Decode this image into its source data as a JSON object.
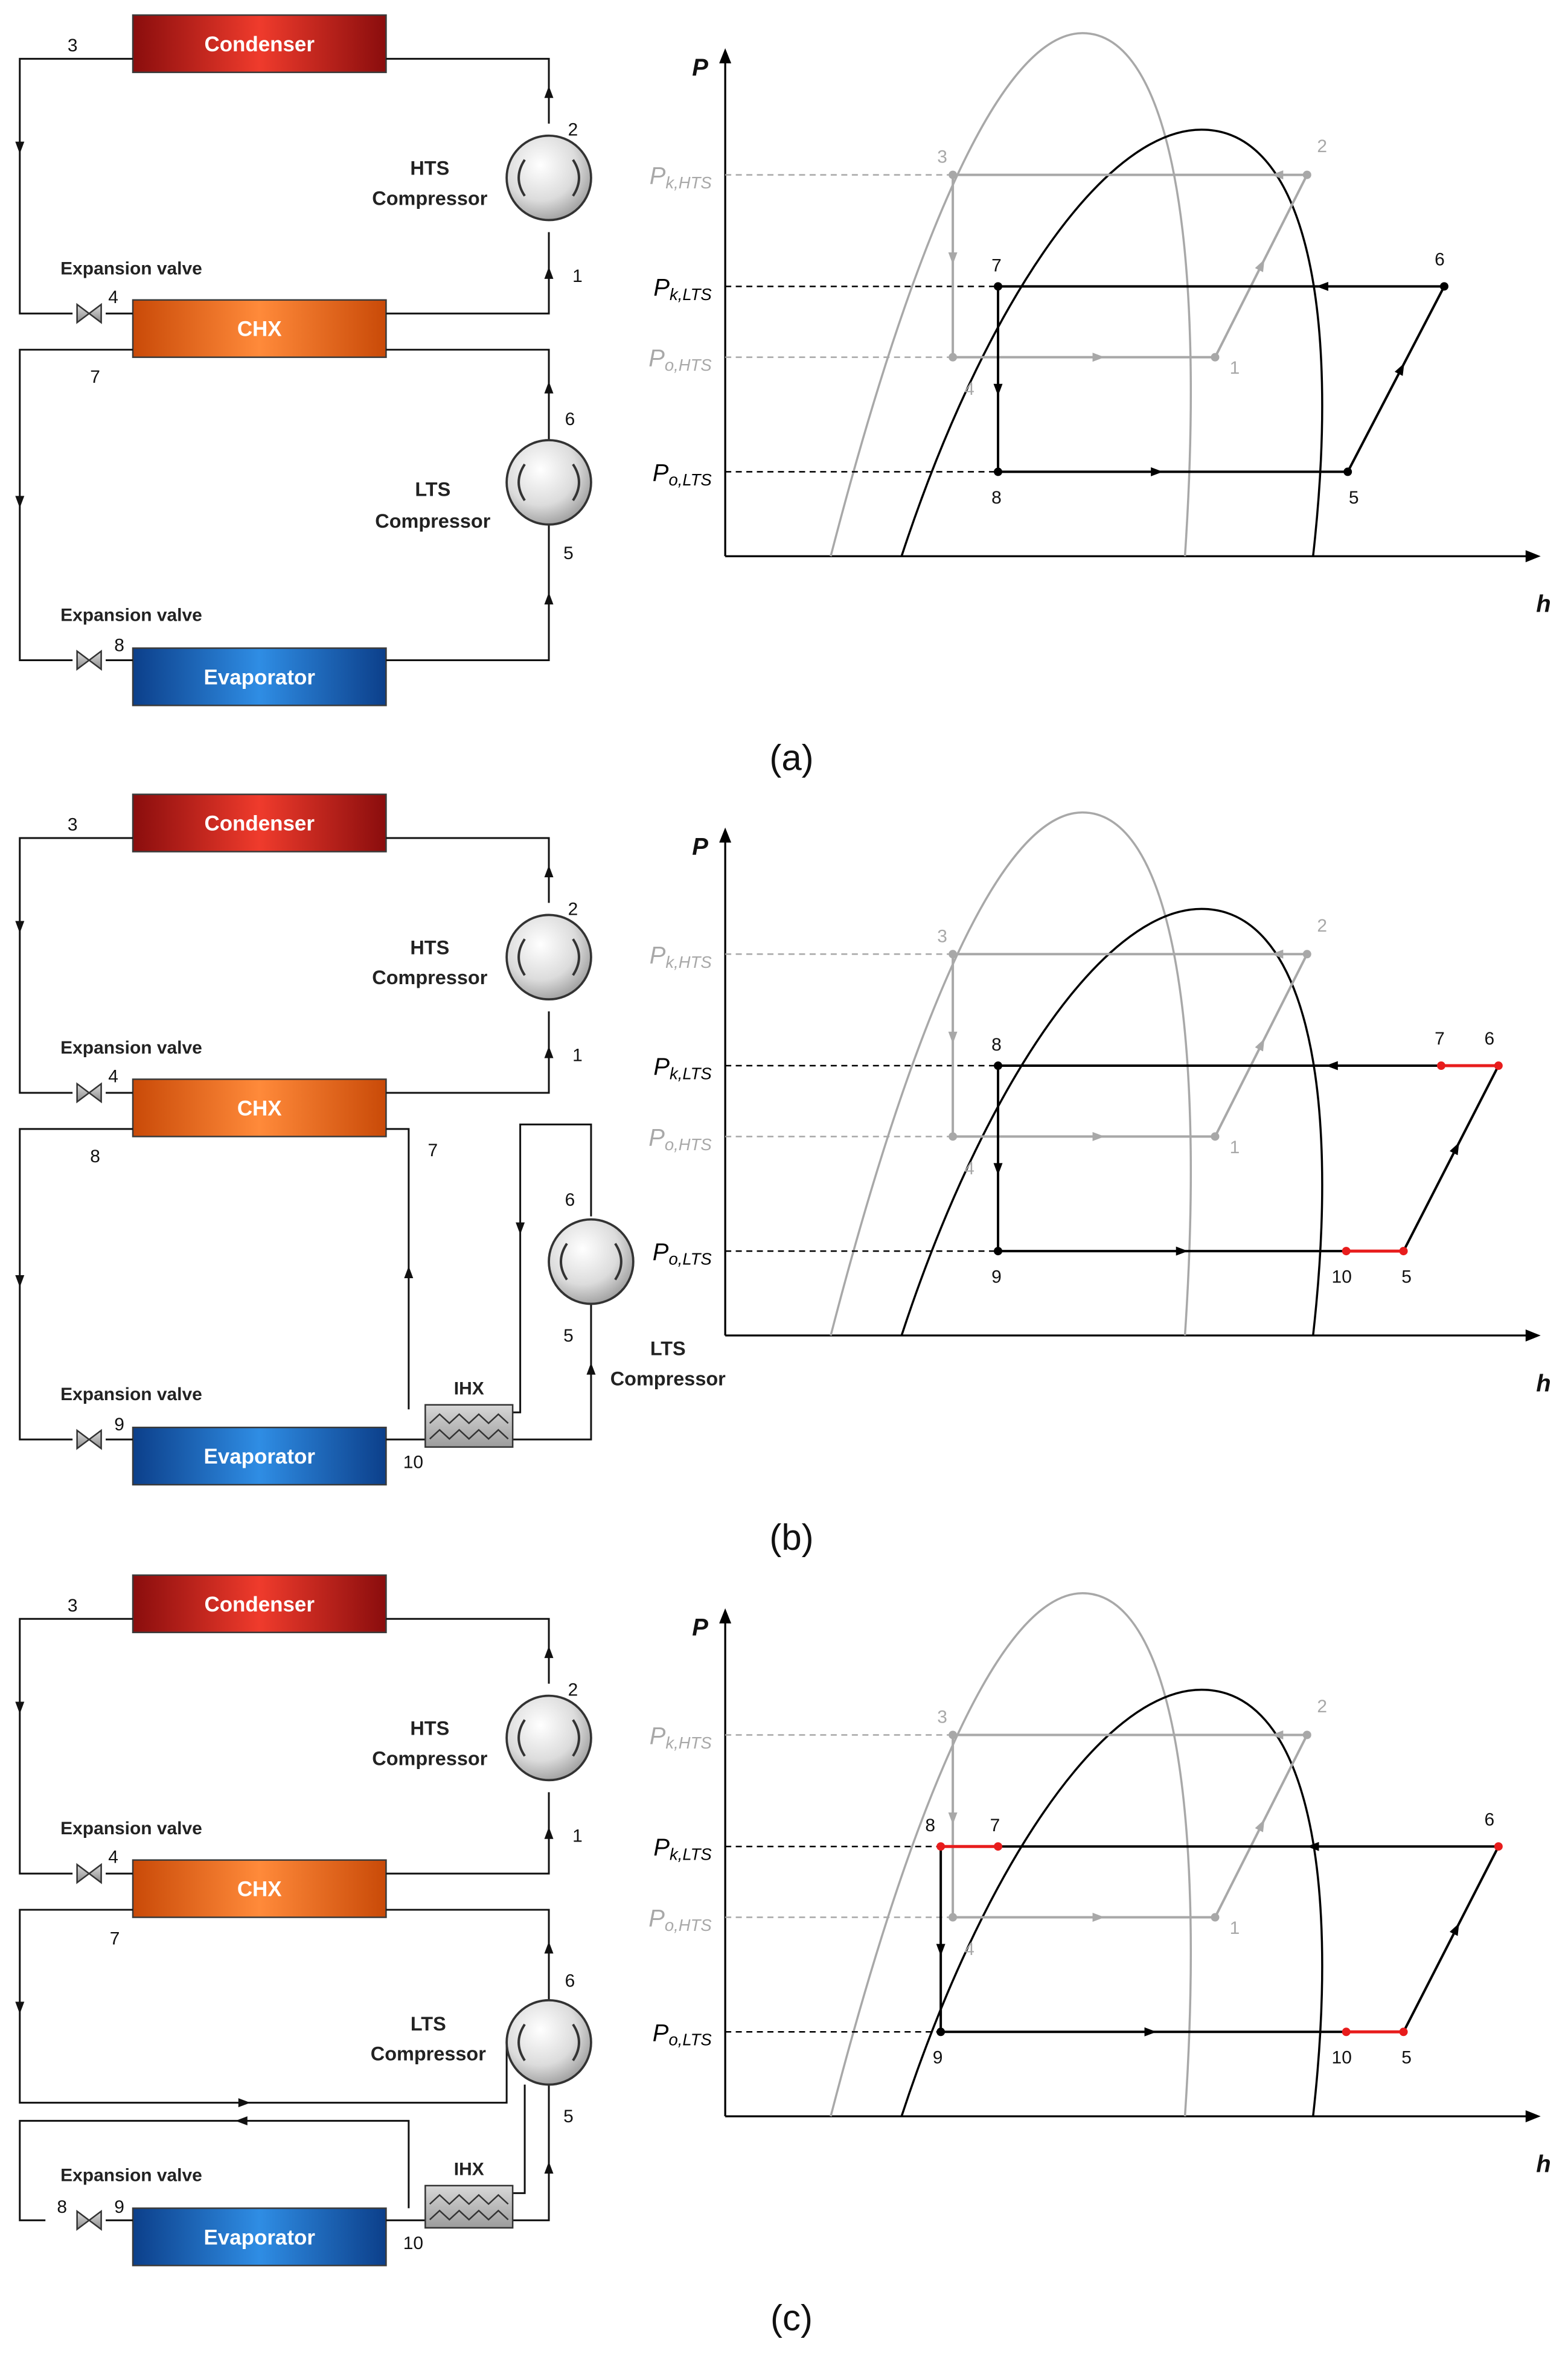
{
  "components": {
    "condenser": "Condenser",
    "chx": "CHX",
    "evaporator": "Evaporator",
    "ihx": "IHX",
    "hts_compressor_line1": "HTS",
    "hts_compressor_line2": "Compressor",
    "lts_compressor_line1": "LTS",
    "lts_compressor_line2": "Compressor",
    "expansion_valve": "Expansion valve"
  },
  "colors": {
    "condenser": "#d42020",
    "chx": "#e8621a",
    "evaporator": "#1a5fb4",
    "hts_cycle": "#a8a8a8",
    "lts_cycle": "#000000",
    "ihx_segment": "#e81c1c"
  },
  "axes": {
    "y_label": "P",
    "x_label": "h"
  },
  "pressure_labels": {
    "pk_hts": {
      "main": "P",
      "sub": "k,HTS"
    },
    "pk_lts": {
      "main": "P",
      "sub": "k,LTS"
    },
    "po_hts": {
      "main": "P",
      "sub": "o,HTS"
    },
    "po_lts": {
      "main": "P",
      "sub": "o,LTS"
    }
  },
  "panels": [
    {
      "caption": "(a)",
      "schematic": {
        "state_labels": {
          "condenser_in": "3",
          "hts_comp_out": "2",
          "hts_comp_in": "1",
          "hts_valve": "4",
          "chx_out": "7",
          "lts_comp_out": "6",
          "lts_comp_in": "5",
          "lts_valve": "8"
        }
      },
      "diagram": {
        "hts_points": {
          "top_left": "3",
          "top_right": "2",
          "bottom_left": "4",
          "bottom_right": "1"
        },
        "lts_points": {
          "top_left": "7",
          "top_right": "6",
          "bottom_left": "8",
          "bottom_right": "5"
        }
      }
    },
    {
      "caption": "(b)",
      "schematic": {
        "state_labels": {
          "condenser_in": "3",
          "hts_comp_out": "2",
          "hts_comp_in": "1",
          "hts_valve": "4",
          "chx_out_left": "8",
          "chx_out_right": "7",
          "lts_comp_out": "6",
          "lts_comp_in": "5",
          "lts_valve": "9",
          "ihx_in": "10"
        }
      },
      "diagram": {
        "hts_points": {
          "top_left": "3",
          "top_right": "2",
          "bottom_left": "4",
          "bottom_right": "1"
        },
        "lts_points": {
          "top_left": "8",
          "top_mid": "7",
          "top_right": "6",
          "bottom_left": "9",
          "bottom_mid": "10",
          "bottom_right": "5"
        }
      }
    },
    {
      "caption": "(c)",
      "schematic": {
        "state_labels": {
          "condenser_in": "3",
          "hts_comp_out": "2",
          "hts_comp_in": "1",
          "hts_valve": "4",
          "chx_out": "7",
          "lts_comp_out": "6",
          "lts_comp_in": "5",
          "lts_valve_in": "8",
          "lts_valve_out": "9",
          "ihx_in": "10"
        }
      },
      "diagram": {
        "hts_points": {
          "top_left": "3",
          "top_right": "2",
          "bottom_left": "4",
          "bottom_right": "1"
        },
        "lts_points": {
          "top_left": "8",
          "top_mid": "7",
          "top_right": "6",
          "bottom_left": "9",
          "bottom_mid": "10",
          "bottom_right": "5"
        }
      }
    }
  ]
}
